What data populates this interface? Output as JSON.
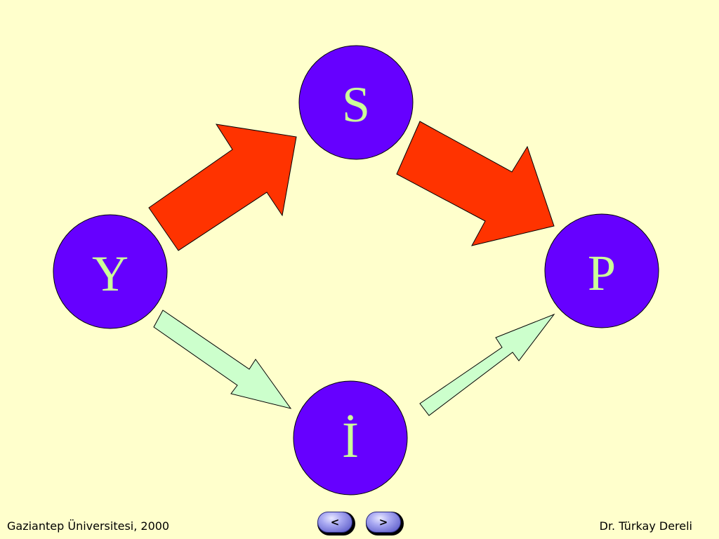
{
  "diagram": {
    "nodes": {
      "s": {
        "label": "S"
      },
      "y": {
        "label": "Y"
      },
      "p": {
        "label": "P"
      },
      "i": {
        "label": "İ"
      }
    }
  },
  "colors": {
    "background": "#FFFFCC",
    "node_fill": "#6600FF",
    "node_text": "#CCFF99",
    "thick_arrow": "#FF3300",
    "thin_arrow": "#CCFFCC"
  },
  "footer": {
    "left_text": "Gaziantep Üniversitesi, 2000",
    "right_text": "Dr. Türkay Dereli"
  },
  "navigation": {
    "prev_label": "<",
    "next_label": ">"
  }
}
